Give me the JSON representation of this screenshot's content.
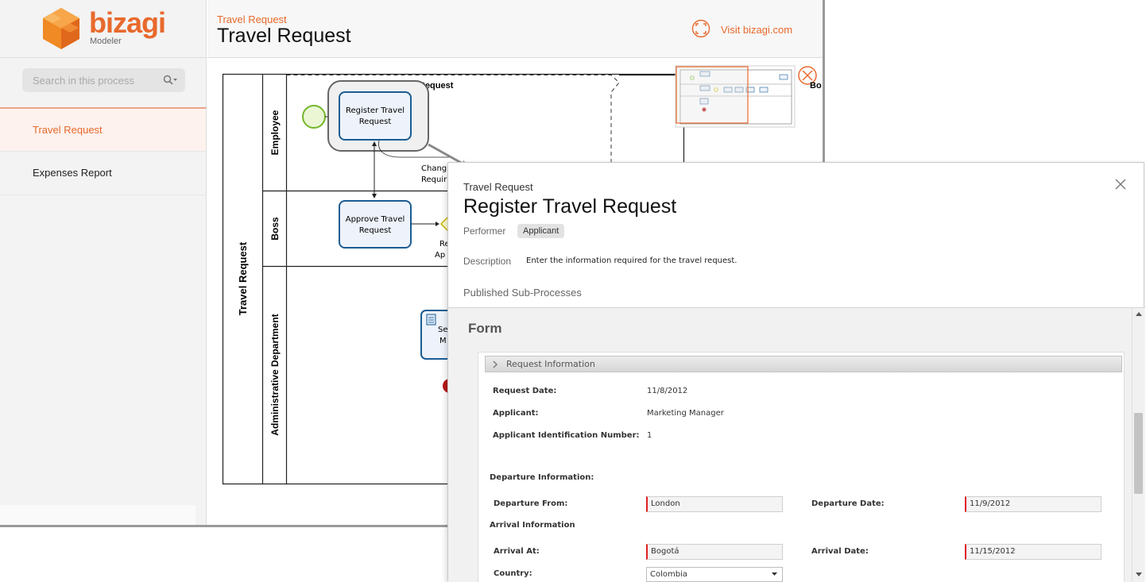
{
  "app": {
    "logo_text": "bizagi",
    "logo_sub": "Modeler",
    "accent": "#e8692c"
  },
  "search": {
    "placeholder": "Search in this process",
    "icon": "search-icon"
  },
  "sidebar": {
    "items": [
      {
        "label": "Travel Request",
        "active": true
      },
      {
        "label": "Expenses Report",
        "active": false
      }
    ]
  },
  "header": {
    "breadcrumb": "Travel Request",
    "title": "Travel Request",
    "visit_link": "Visit bizagi.com",
    "expand_icon": "expand-icon"
  },
  "diagram": {
    "pool_label": "Travel Request",
    "lanes": [
      "Employee",
      "Boss",
      "Administrative Department"
    ],
    "phase_label": "Request",
    "tasks": [
      {
        "label_line1": "Register Travel",
        "label_line2": "Request"
      },
      {
        "label_line1": "Approve Travel",
        "label_line2": "Request"
      },
      {
        "label_line1": "Send",
        "label_line2": "M"
      }
    ],
    "partial_labels": {
      "change_line1": "Chang",
      "change_line2": "Requir",
      "gateway_line1": "Re",
      "gateway_line2": "Ap",
      "overview_edge": "Bo"
    }
  },
  "details": {
    "breadcrumb": "Travel Request",
    "title": "Register Travel Request",
    "performer_label": "Performer",
    "performer_value": "Applicant",
    "description_label": "Description",
    "description_text": "Enter the information required for the travel request.",
    "subprocess_label": "Published Sub-Processes",
    "form_heading": "Form"
  },
  "form": {
    "group_title": "Request Information",
    "fields": {
      "request_date": {
        "label": "Request Date:",
        "value": "11/8/2012"
      },
      "applicant": {
        "label": "Applicant:",
        "value": "Marketing Manager"
      },
      "applicant_id": {
        "label": "Applicant Identification Number:",
        "value": "1"
      },
      "departure_section": "Departure Information:",
      "departure_from": {
        "label": "Departure From:",
        "value": "London"
      },
      "departure_date": {
        "label": "Departure Date:",
        "value": "11/9/2012"
      },
      "arrival_section": "Arrival Information",
      "arrival_at": {
        "label": "Arrival At:",
        "value": "Bogotá"
      },
      "arrival_date": {
        "label": "Arrival Date:",
        "value": "11/15/2012"
      },
      "country": {
        "label": "Country:",
        "value": "Colombia"
      }
    }
  }
}
